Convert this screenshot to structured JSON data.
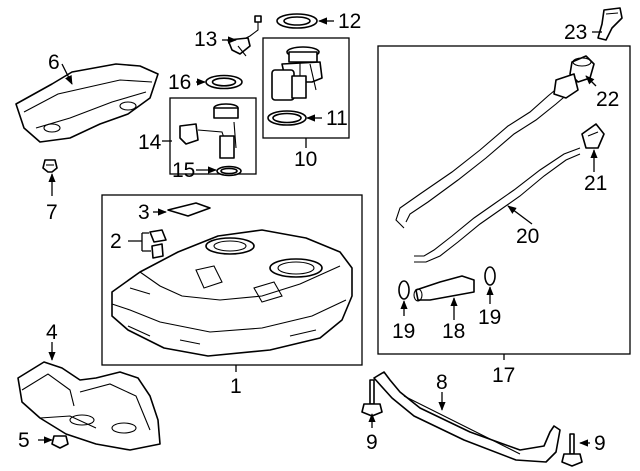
{
  "callouts": {
    "c1": "1",
    "c2": "2",
    "c3": "3",
    "c4": "4",
    "c5": "5",
    "c6": "6",
    "c7": "7",
    "c8": "8",
    "c9a": "9",
    "c9b": "9",
    "c10": "10",
    "c11": "11",
    "c12": "12",
    "c13": "13",
    "c14": "14",
    "c15": "15",
    "c16": "16",
    "c17": "17",
    "c18": "18",
    "c19a": "19",
    "c19b": "19",
    "c20": "20",
    "c21": "21",
    "c22": "22",
    "c23": "23"
  },
  "colors": {
    "line": "#000000",
    "background": "#ffffff",
    "shade": "#e6e6e6"
  }
}
